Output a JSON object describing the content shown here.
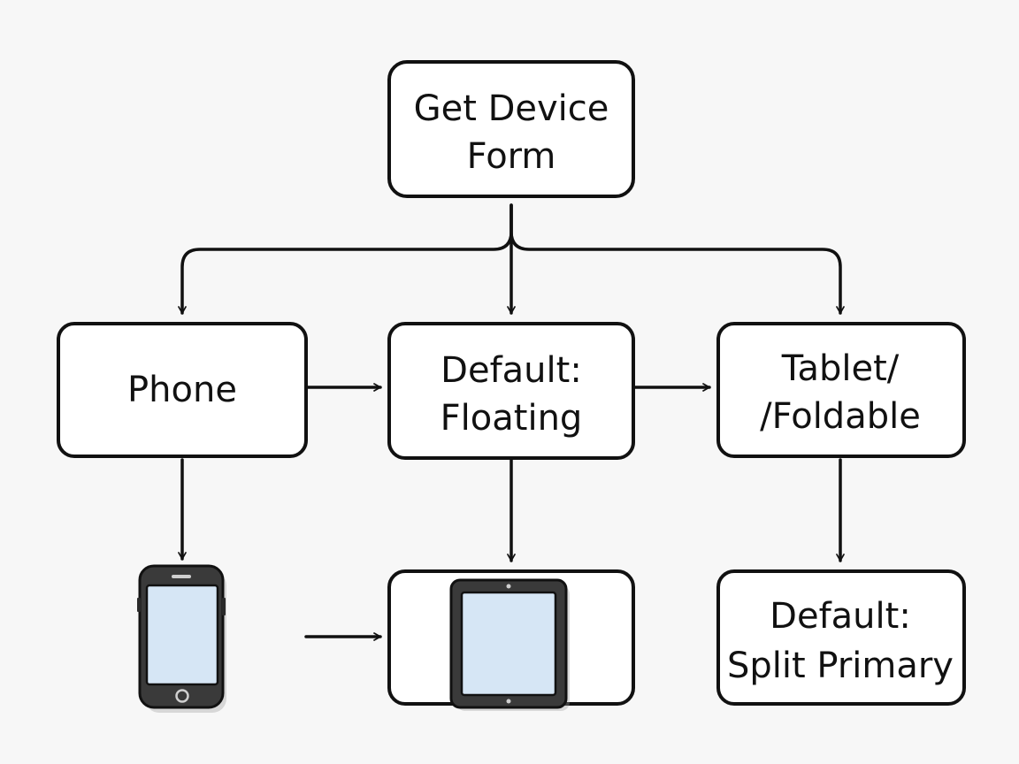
{
  "nodes": {
    "get_device_form": {
      "line1": "Get Device",
      "line2": "Form"
    },
    "phone": {
      "label": "Phone"
    },
    "default_floating": {
      "line1": "Default:",
      "line2": "Floating"
    },
    "tablet_foldable": {
      "line1": "Tablet/",
      "line2": "/Foldable"
    },
    "default_split_primary": {
      "line1": "Default:",
      "line2": "Split Primary"
    }
  },
  "icons": {
    "phone_device": "smartphone-icon",
    "tablet_device": "tablet-icon"
  },
  "colors": {
    "line": "#111111",
    "node_fill": "#ffffff",
    "background": "#f7f7f7",
    "screen_fill": "#d6e6f5",
    "device_body": "#3a3a3a"
  }
}
